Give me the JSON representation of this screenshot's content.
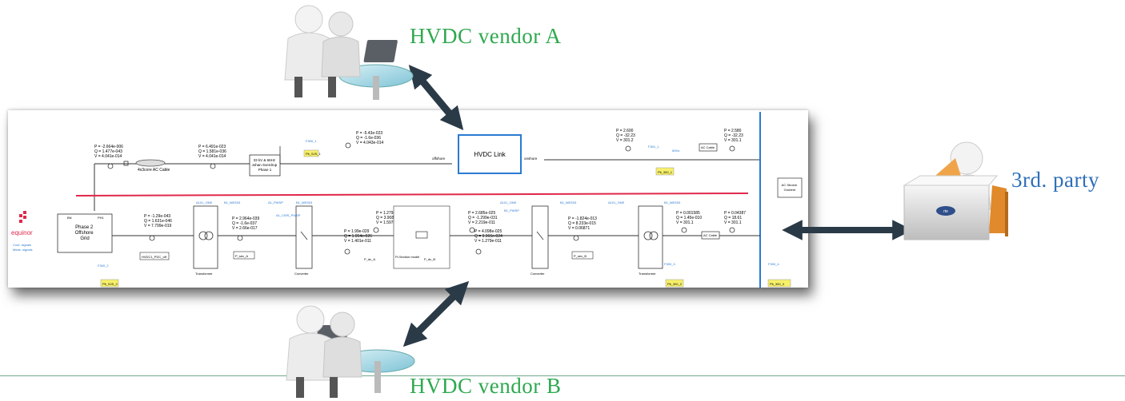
{
  "labels": {
    "vendor_a": "HVDC vendor A",
    "vendor_b": "HVDC vendor B",
    "third_party": "3rd. party"
  },
  "colors": {
    "label_green": "#2fa84f",
    "label_blue": "#2f6fb8",
    "arrow": "#2b3a47",
    "busbar_red": "#e0284b",
    "busbar_blue": "#2a7ad2",
    "flag_yellow": "#f7f06a"
  },
  "diagram": {
    "hvdc_link": "HVDC Link",
    "offshore": "offshore",
    "onshore": "onshore",
    "ac_strom": "AC Stroem\nGrobere",
    "phase2": "Phase 2\nOffshore\nGrid",
    "bus_left": "BN",
    "bus_right": "PH1",
    "equinor": "equinor",
    "cont_signals": "Cont. signals",
    "meas_signals": "Meas. signals",
    "cable_top": "4x3core AC Cable",
    "box_33kv": "33 kV & 66Hz\nJohan Sverdrup\nPhase 1",
    "transformer": "Transformer",
    "converter": "Converter",
    "pi_section": "Pi-Section model",
    "ac_cable": "AC Cable",
    "hvdc_pdc": "HVDC1_PDC_off",
    "p_sec_a": "P_sec_A",
    "p_sec_b": "P_sec_B",
    "p_dc_a": "P_dc_A",
    "p_dc_b": "P_dc_B",
    "flag_1": "Plt_SJS_1",
    "flag_2": "Plt_300_1",
    "flag_3": "Plt_SJS_2",
    "flag_4": "Plt_300_2",
    "flag_5": "Plt_300_3",
    "readout_1": "P = -2.664e-006\nQ = 1.477e-043\nV = 4.041e-014",
    "readout_2": "P = 6.491e-023\nQ = 1.581e-036\nV = 4.041e-014",
    "readout_3": "P = -5.43e-023\nQ = -1.6e-036\nV = 4.043e-014",
    "readout_4": "P = 2.600\nQ = -32.23\nV = 301.2",
    "readout_5": "P = 2.580\nQ = -32.23\nV = 301.1",
    "readout_6": "P = -1.29e-043\nQ = 1.631e-046\nV = 7.799e-019",
    "readout_7": "P = 2.964e-039\nQ = -1.6e-037\nV = 2.66e-017",
    "readout_8": "P = 1.279e-023\nQ = 3.908e-029\nV = 1.597e-011",
    "readout_9": "P = 2.685e-025\nQ = -1.299e-031\nV = 2.219e-011",
    "readout_10": "P = 1.99e-029\nQ = 1.054e-026\nV = 1.401e-011",
    "readout_11": "P = 4.098e-025\nQ = 9.966e-024\nV = 1.279e-011",
    "readout_12": "P = -1.824e-013\nQ = 8.233e-015\nV = 0.06871",
    "readout_13": "P = 0.001585\nQ = 1.45e-010\nV = 301.1",
    "readout_14": "P = 0.04387\nQ = 18.61\nV = 301.1",
    "sig_1": "A101_ONE",
    "sig_2": "B1_MES03",
    "sig_3": "A1_PWSP",
    "sig_4": "B1_MES03",
    "sig_5": "A1_CWS_PWSP",
    "sig_6": "A101_ONE",
    "sig_7": "B1_PWSP",
    "sig_8": "B1_MES03",
    "sig_9": "A101_ONE",
    "sig_10": "B1_MES03",
    "meter_a": "F300_1",
    "meter_b": "F301_1",
    "meter_c": "F300_2",
    "meter_d": "F300_3",
    "meter_e": "F300_4",
    "freq": "50Hz"
  }
}
